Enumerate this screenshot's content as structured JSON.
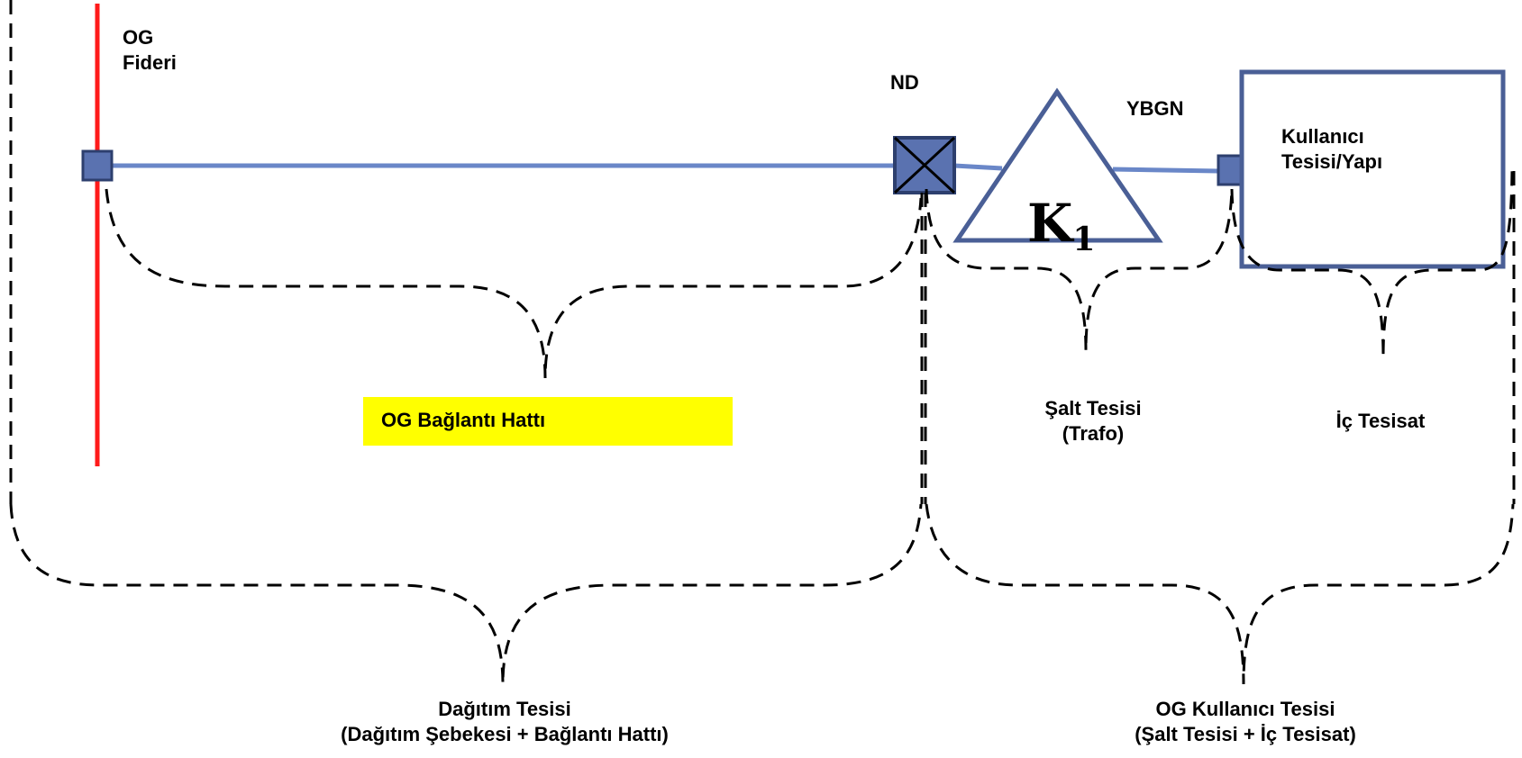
{
  "labels": {
    "og_feeder": [
      "OG",
      "Fideri"
    ],
    "nd": "ND",
    "ybgn": "YBGN",
    "user_facility": [
      "Kullanıcı",
      "Tesisi/Yapı"
    ],
    "transformer": {
      "main": "K",
      "sub": "1"
    },
    "og_connection_line": "OG Bağlantı Hattı",
    "switchgear": [
      "Şalt Tesisi",
      "(Trafo)"
    ],
    "internal_installation": "İç Tesisat",
    "distribution_facility": [
      "Dağıtım Tesisi",
      "(Dağıtım Şebekesi + Bağlantı Hattı)"
    ],
    "og_user_facility": [
      "OG Kullanıcı Tesisi",
      "(Şalt Tesisi + İç Tesisat)"
    ]
  },
  "colors": {
    "feeder_line": "#ff1a1a",
    "connection_line": "#6a87c8",
    "node_fill": "#5a72b0",
    "node_stroke": "#2d3f6e",
    "highlight": "#ffff00",
    "dashed": "#000000"
  },
  "icons": {
    "nd_node": "breaker-x-box-icon",
    "feeder_node": "square-node-icon",
    "ybgn_node": "square-node-icon",
    "transformer": "triangle-icon"
  }
}
